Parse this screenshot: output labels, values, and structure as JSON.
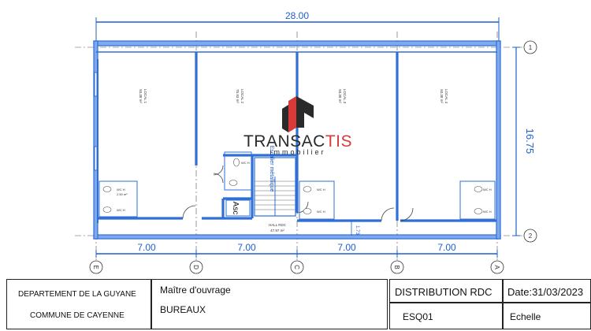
{
  "plan": {
    "total_width": "28.00",
    "total_depth": "16.75",
    "bay_widths": [
      "7.00",
      "7.00",
      "7.00",
      "7.00"
    ],
    "grid_axes": [
      "E",
      "D",
      "C",
      "B",
      "A"
    ],
    "grid_rows": [
      "1",
      "2"
    ],
    "hall_depth": "1.73",
    "rooms": [
      {
        "name": "LOCAL 1",
        "area": "93.38 m²"
      },
      {
        "name": "LOCAL 2",
        "area": "75.93 m²"
      },
      {
        "name": "LOCAL 3",
        "area": "93.38 m²"
      },
      {
        "name": "LOCAL 4",
        "area": "93.38 m²"
      }
    ],
    "stair_label": "Escalier métallique",
    "lift_label": "Asc",
    "hall_label": "HALL RDC",
    "hall_area": "47.97 m²",
    "wc_label": "WC H",
    "wc_area": "2.50 m²",
    "colors": {
      "wall": "#2f6fd6",
      "wall_fill": "#7fa9ee",
      "dim": "#1f5fd0",
      "logo_red": "#d83a3a",
      "logo_dark": "#2a2a2a"
    }
  },
  "logo": {
    "word_dark": "TRANSAC",
    "word_red": "TIS",
    "sub": "immobilier"
  },
  "cartouche": {
    "dept": "DEPARTEMENT DE LA GUYANE",
    "commune": "COMMUNE DE CAYENNE",
    "owner_label": "Maître d'ouvrage",
    "owner_value": "BUREAUX",
    "title": "DISTRIBUTION RDC",
    "ref": "ESQ01",
    "date": "Date:31/03/2023",
    "scale": "Echelle"
  }
}
